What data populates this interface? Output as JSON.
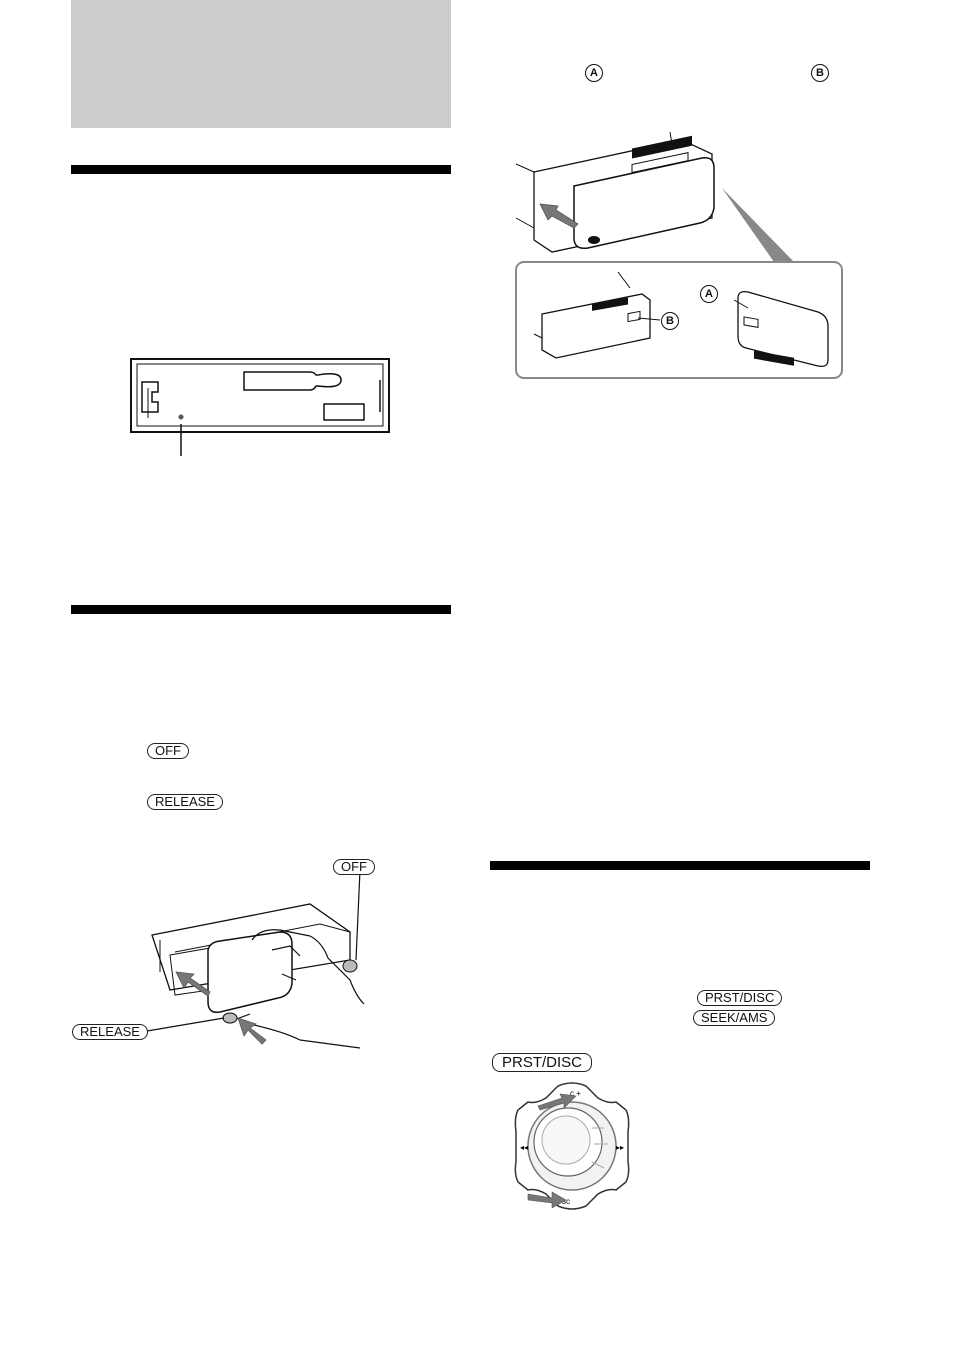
{
  "keys": {
    "off": "OFF",
    "release": "RELEASE",
    "off_figure": "OFF",
    "release_figure": "RELEASE",
    "prst_disc": "PRST/DISC",
    "seek_ams": "SEEK/AMS",
    "prst_disc_figure": "PRST/DISC"
  },
  "markers": {
    "a_top": "A",
    "b_top": "B",
    "a_inset": "A",
    "b_inset": "B"
  },
  "dial_marks": {
    "top": "c +",
    "bottom": "sc",
    "left_symbol": "–\n◂◂",
    "right_symbol": "+\n▸▸"
  },
  "colors": {
    "header_grey": "#cccccc",
    "rule": "#000000",
    "arrow_grey": "#777777"
  }
}
